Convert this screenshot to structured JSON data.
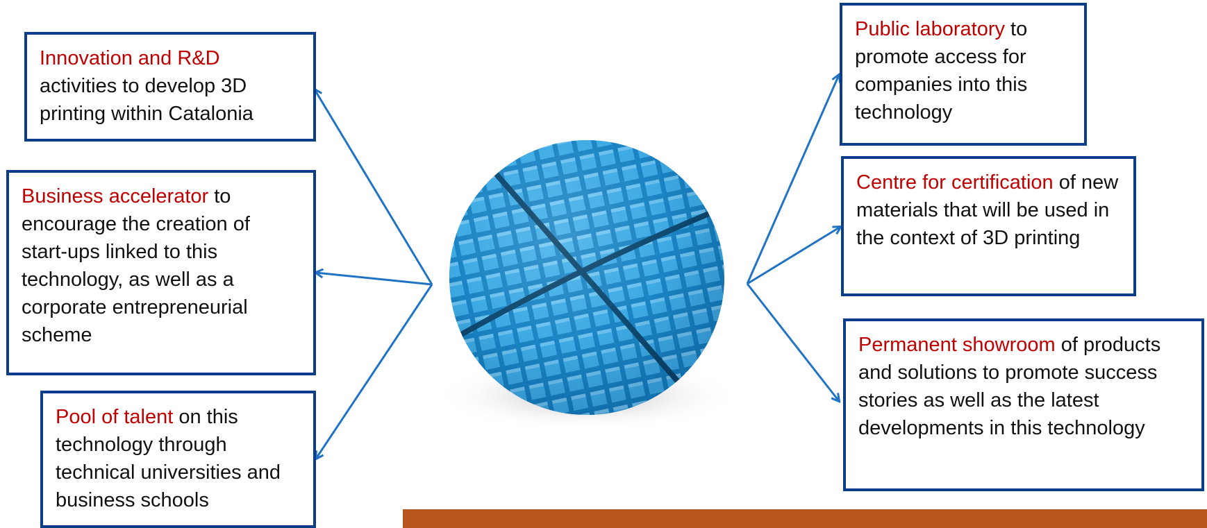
{
  "colors": {
    "box_border": "#0a3d8a",
    "highlight": "#c00000",
    "arrow": "#1f72c4",
    "sphere": "#2a9ad8",
    "bottom_bar": "#b8561e"
  },
  "center_image": "blue-cube-sphere",
  "boxes": [
    {
      "id": "innovation",
      "highlight": "Innovation and R&D",
      "text": "activities to develop 3D printing within Catalonia"
    },
    {
      "id": "business",
      "highlight": "Business accelerator",
      "text": " to encourage the creation of start-ups linked to this technology, as well as a corporate entrepreneurial scheme"
    },
    {
      "id": "talent",
      "highlight": "Pool of talent",
      "text": " on this technology through technical universities and business schools"
    },
    {
      "id": "laboratory",
      "highlight": "Public laboratory",
      "text": " to promote access for companies into this technology"
    },
    {
      "id": "certification",
      "highlight": "Centre for certification",
      "text": " of new materials that will be used in the context of 3D printing"
    },
    {
      "id": "showroom",
      "highlight": "Permanent showroom",
      "text": " of products and solutions to promote success stories as well as the latest developments in this technology"
    }
  ]
}
